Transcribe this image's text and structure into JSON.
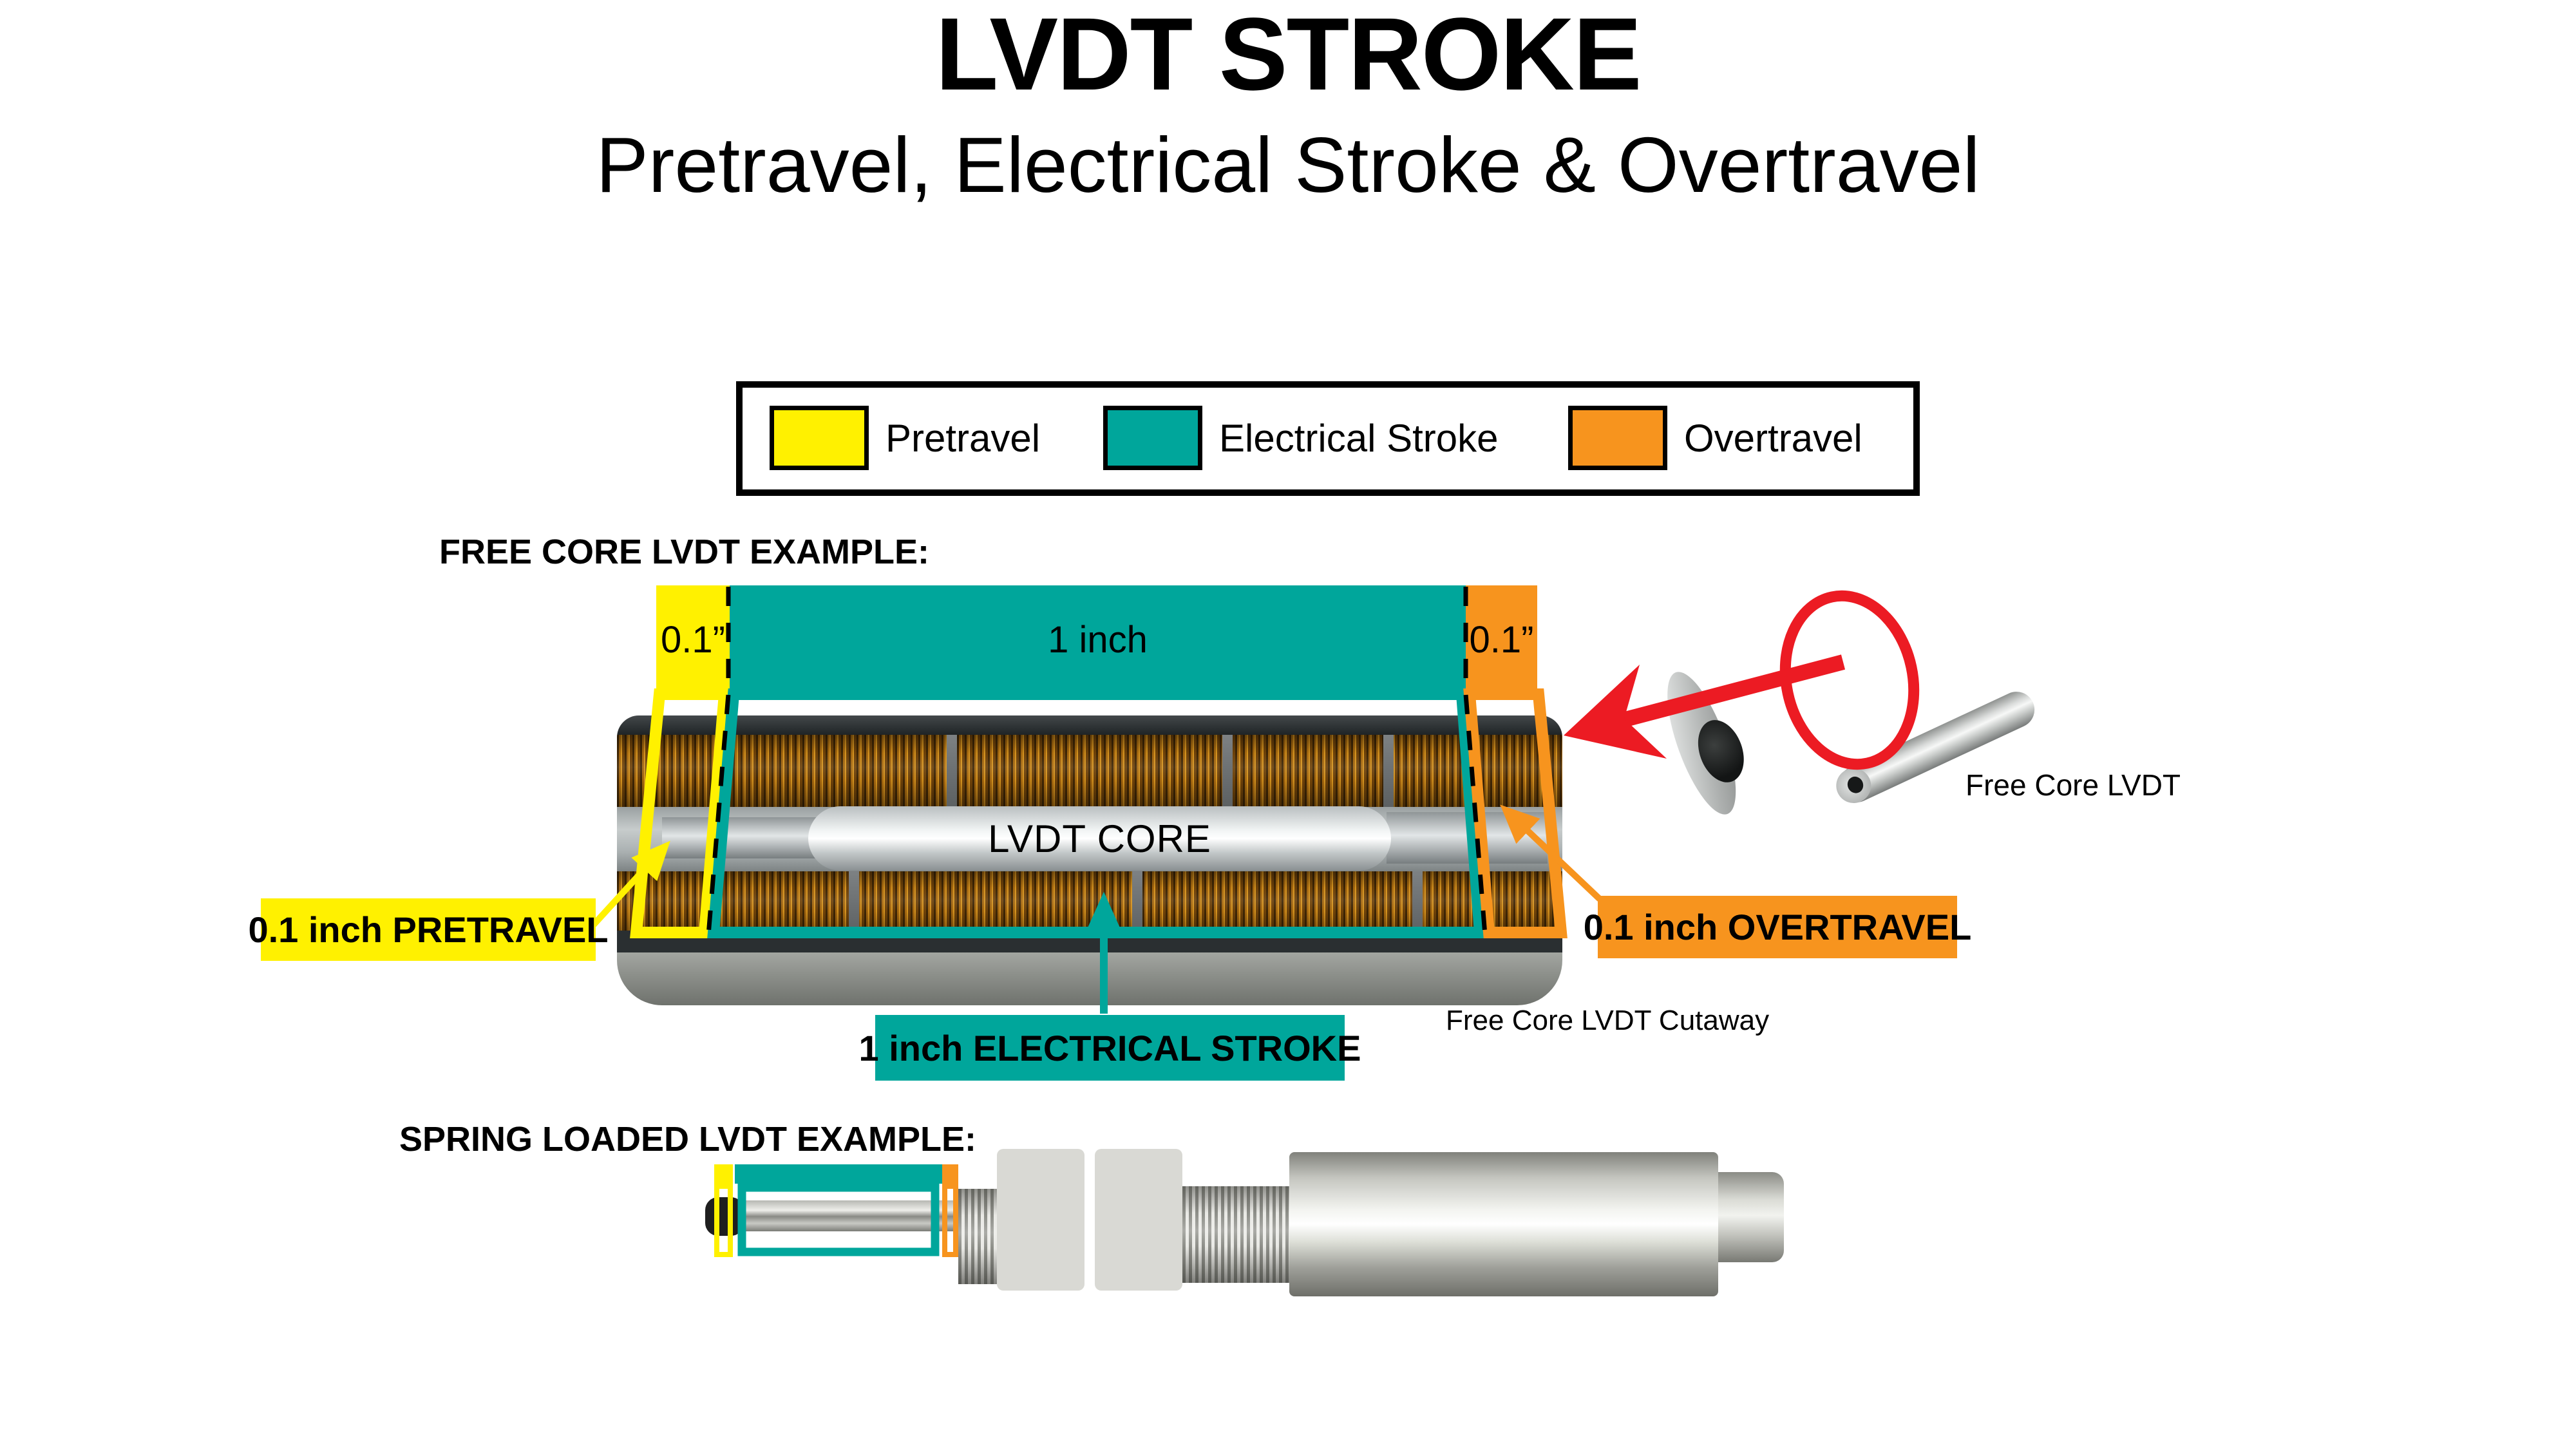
{
  "header": {
    "title": "LVDT STROKE",
    "subtitle": "Pretravel, Electrical Stroke & Overtravel"
  },
  "legend": {
    "items": [
      {
        "label": "Pretravel",
        "color": "#FFF100"
      },
      {
        "label": "Electrical Stroke",
        "color": "#00A69B"
      },
      {
        "label": "Overtravel",
        "color": "#F7941E"
      }
    ]
  },
  "free_core": {
    "heading": "FREE CORE LVDT EXAMPLE:",
    "band": {
      "pretravel_label": "0.1”",
      "stroke_label": "1 inch",
      "overtravel_label": "0.1”"
    },
    "cutaway": {
      "core_label": "LVDT CORE",
      "caption": "Free Core LVDT Cutaway"
    },
    "callouts": {
      "pretravel": "0.1 inch PRETRAVEL",
      "electrical_stroke": "1 inch ELECTRICAL STROKE",
      "overtravel": "0.1 inch OVERTRAVEL"
    },
    "photo_label": "Free Core LVDT"
  },
  "spring": {
    "heading": "SPRING LOADED LVDT EXAMPLE:"
  },
  "colors": {
    "pretravel_yellow": "#FFF100",
    "electrical_stroke_teal": "#00A69B",
    "overtravel_orange": "#F7941E",
    "annotation_red": "#EC1B23",
    "text_black": "#000000",
    "copper_winding": "#A2660F",
    "background": "#FFFFFF"
  }
}
